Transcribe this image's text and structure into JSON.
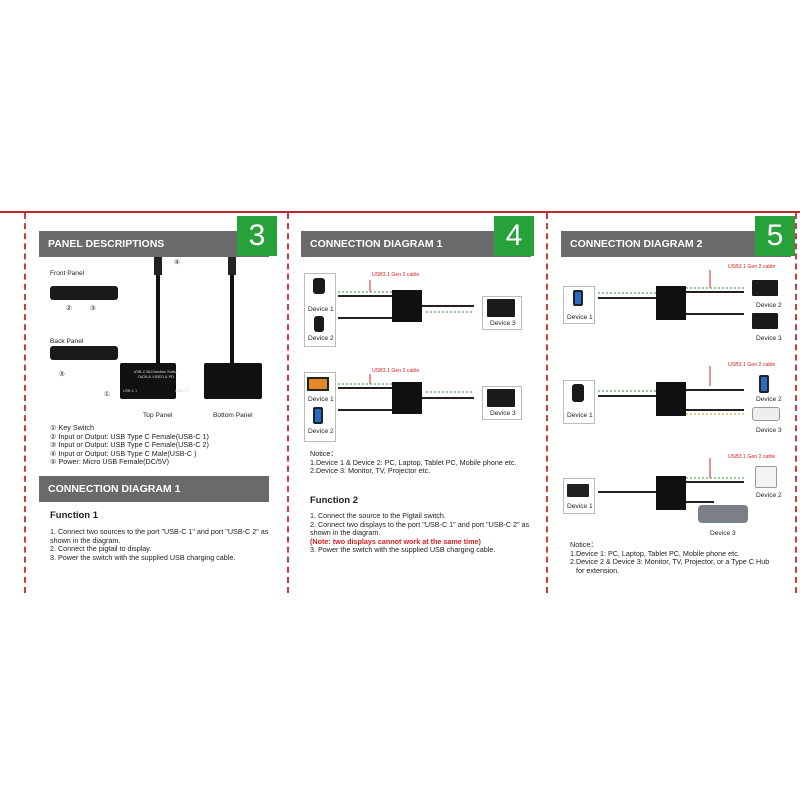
{
  "panel3": {
    "number": "3",
    "header": "PANEL DESCRIPTIONS",
    "front_panel": "Front Panel",
    "back_panel": "Back Panel",
    "top_panel": "Top Panel",
    "bottom_panel": "Bottom Panel",
    "callouts": [
      "②",
      "③",
      "⑤",
      "④",
      "①"
    ],
    "switch_text": [
      "USB-C Bi-Direction Switch",
      "DATA & VIDEO & PD"
    ],
    "port_labels": [
      "USB-C 1",
      "USB-C 2"
    ],
    "descriptions": [
      "① Key Switch",
      "② Input or Output: USB Type C Female(USB-C 1)",
      "③ Input or Output: USB Type C Female(USB-C 2)",
      "④ Input or Output: USB Type C Male(USB-C )",
      "⑤ Power: Micro USB Female(DC/5V)"
    ]
  },
  "conn1": {
    "header": "CONNECTION DIAGRAM 1",
    "function_title": "Function 1",
    "steps": [
      "1. Connect two sources to the port \"USB-C 1\" and port \"USB-C 2\" as shown in the diagram.",
      "2. Connect the pigtail to display.",
      "3. Power the switch with the supplied USB charging cable."
    ]
  },
  "panel4": {
    "number": "4",
    "header": "CONNECTION DIAGRAM 1",
    "cable_label": "USB3.1 Gen 2 cable",
    "device_labels": [
      "Device 1",
      "Device 2",
      "Device 3"
    ],
    "notice_title": "Notice：",
    "notices": [
      "1.Device 1 & Device 2: PC, Laptop, Tablet PC, Mobile phone etc.",
      "2.Device 3: Monitor, TV, Projector etc."
    ],
    "function_title": "Function 2",
    "steps": [
      "1. Connect the source to the Pigtail switch.",
      "2. Connect two displays to the port \"USB-C 1\" and port \"USB-C 2\" as shown in the diagram.",
      "(Note: two displays cannot work at the same time)",
      "3.  Power the switch with the supplied USB charging cable."
    ]
  },
  "panel5": {
    "number": "5",
    "header": "CONNECTION DIAGRAM 2",
    "cable_label": "USB3.1 Gen 2 cable",
    "device_labels": [
      "Device 1",
      "Device 2",
      "Device 3"
    ],
    "notice_title": "Notice：",
    "notices": [
      "1.Device 1: PC, Laptop, Tablet PC, Mobile phone etc.",
      "2.Device 2 & Device 3: Monitor, TV, Projector, or a Type C Hub",
      "for extension."
    ]
  },
  "colors": {
    "accent_green": "#27a23a",
    "header_gray": "#6a6a6a",
    "rule_red": "#c0282d"
  }
}
